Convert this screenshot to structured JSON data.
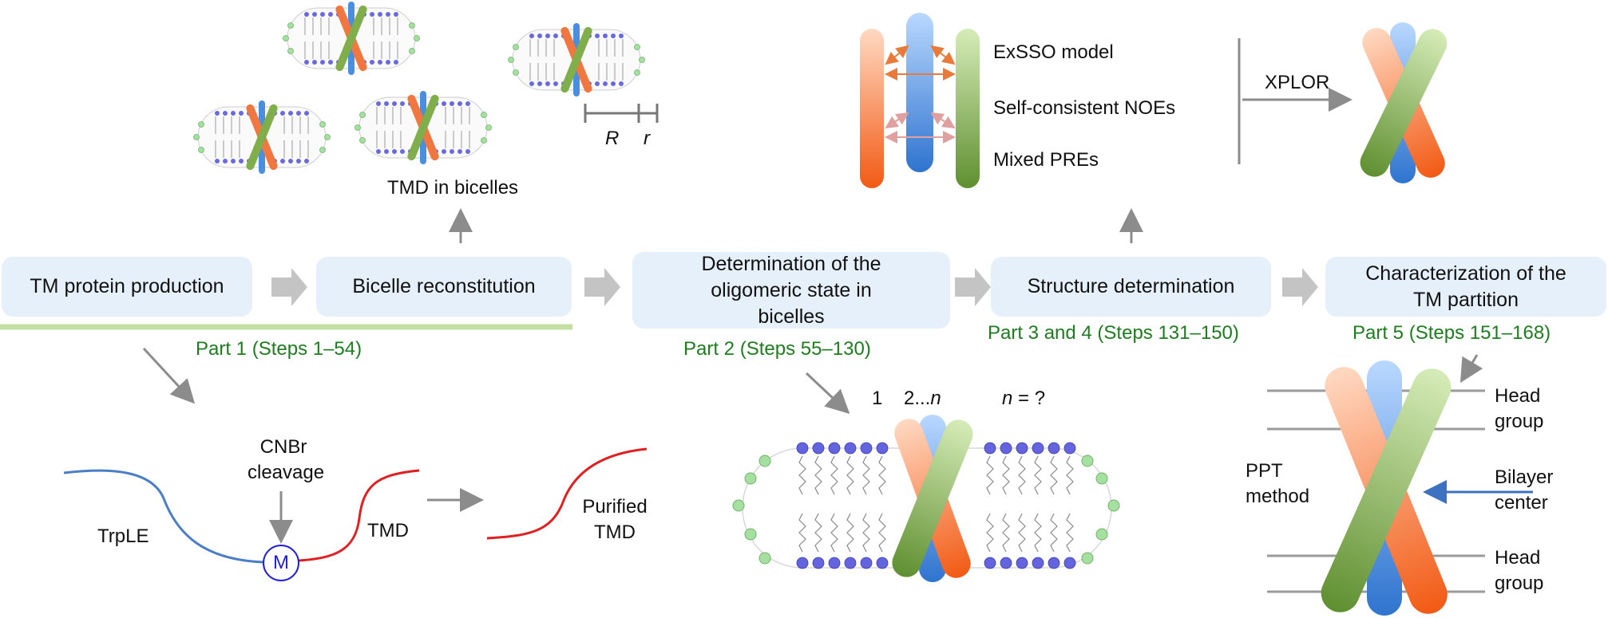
{
  "steps": [
    {
      "label": "TM protein production"
    },
    {
      "label": "Bicelle reconstitution"
    },
    {
      "label": "Determination of the oligomeric state in bicelles"
    },
    {
      "label": "Structure determination"
    },
    {
      "label": "Characterization of the TM partition"
    }
  ],
  "parts": [
    "Part 1 (Steps 1–54)",
    "Part 2 (Steps 55–130)",
    "Part 3 and 4 (Steps 131–150)",
    "Part 5 (Steps 151–168)"
  ],
  "bicelles": {
    "caption": "TMD in bicelles",
    "r_big": "R",
    "r_small": "r"
  },
  "cleavage": {
    "trpLE": "TrpLE",
    "cnbr_line1": "CNBr",
    "cnbr_line2": "cleavage",
    "m": "M",
    "tmd": "TMD",
    "purified_line1": "Purified",
    "purified_line2": "TMD"
  },
  "oligomer": {
    "one": "1",
    "two_n": "2...",
    "n_var": "n",
    "n_eq": "n",
    "n_q": " = ?"
  },
  "structure": {
    "exsso": "ExSSO model",
    "noes": "Self-consistent NOEs",
    "pres": "Mixed PREs",
    "xplor": "XPLOR"
  },
  "partition": {
    "head1_line1": "Head",
    "head1_line2": "group",
    "bilayer_line1": "Bilayer",
    "bilayer_line2": "center",
    "head2_line1": "Head",
    "head2_line2": "group",
    "ppt_line1": "PPT",
    "ppt_line2": "method"
  },
  "colors": {
    "step_box": "#e6f0fb",
    "part_text": "#1e7d1e",
    "arrow": "#bdbdbd",
    "helix_blue": "#4a8ee0",
    "helix_orange": "#f07840",
    "helix_green": "#6f9e3c",
    "trpLE_line": "#4a7fc8",
    "tmd_line": "#e02020",
    "lipid_head": "#5a5ad8",
    "lipid_head_edge": "#8fd28a"
  }
}
